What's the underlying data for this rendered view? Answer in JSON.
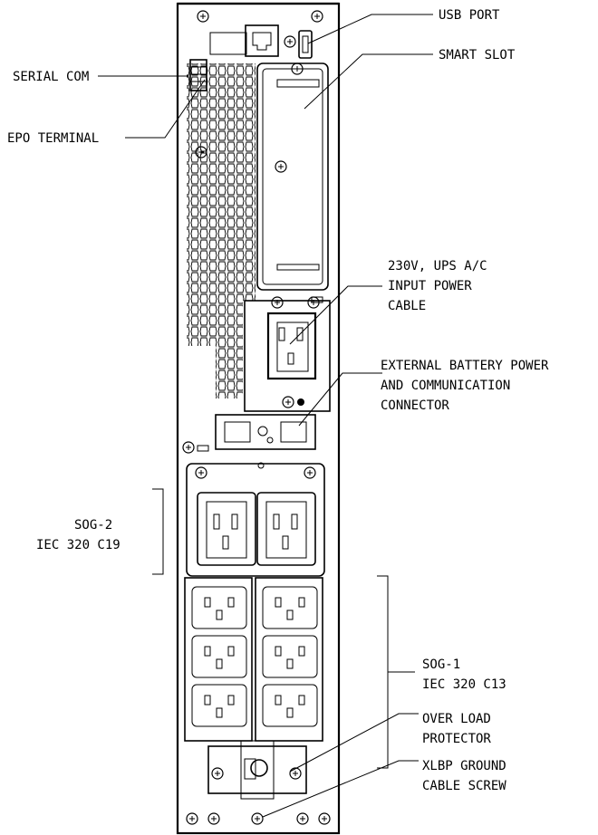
{
  "diagram": {
    "labels": {
      "usb_port": "USB PORT",
      "smart_slot": "SMART SLOT",
      "serial_com": "SERIAL COM",
      "epo_terminal": "EPO TERMINAL",
      "input_power_line1": "230V, UPS A/C",
      "input_power_line2": "INPUT POWER",
      "input_power_line3": "CABLE",
      "ext_battery_line1": "EXTERNAL BATTERY POWER",
      "ext_battery_line2": "AND COMMUNICATION",
      "ext_battery_line3": "CONNECTOR",
      "sog2_line1": "SOG-2",
      "sog2_line2": "IEC 320 C19",
      "sog1_line1": "SOG-1",
      "sog1_line2": "IEC 320 C13",
      "overload_line1": "OVER LOAD",
      "overload_line2": "PROTECTOR",
      "ground_line1": "XLBP GROUND",
      "ground_line2": "CABLE SCREW"
    }
  }
}
